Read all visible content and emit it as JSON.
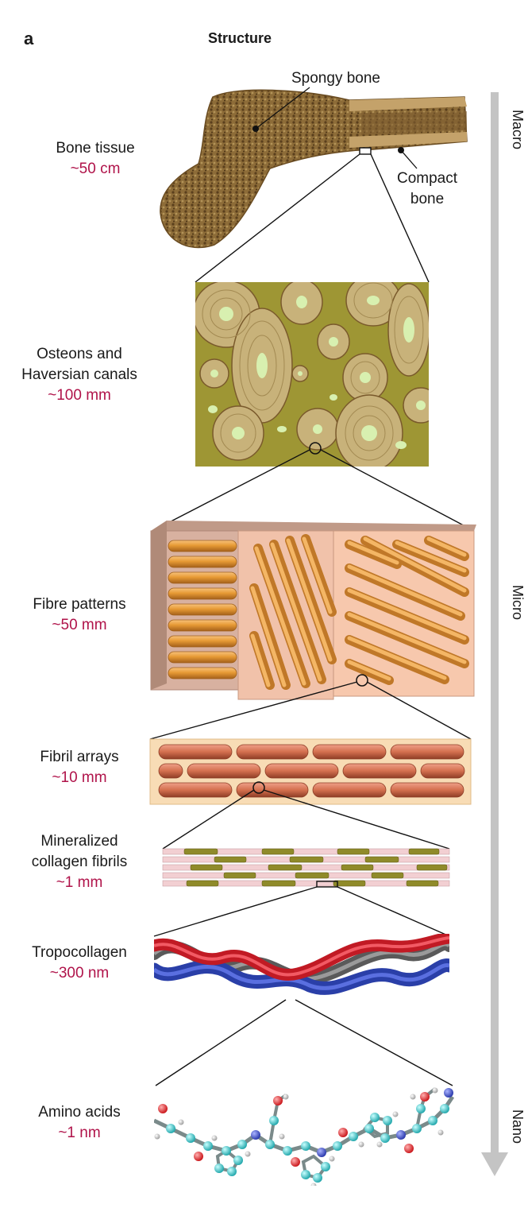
{
  "panel_letter": "a",
  "heading": "Structure",
  "levels": [
    {
      "name_lines": [
        "Bone tissue"
      ],
      "size": "~50 cm"
    },
    {
      "name_lines": [
        "Osteons and",
        "Haversian canals"
      ],
      "size": "~100 mm"
    },
    {
      "name_lines": [
        "Fibre patterns"
      ],
      "size": "~50 mm"
    },
    {
      "name_lines": [
        "Fibril arrays"
      ],
      "size": "~10 mm"
    },
    {
      "name_lines": [
        "Mineralized",
        "collagen fibrils"
      ],
      "size": "~1 mm"
    },
    {
      "name_lines": [
        "Tropocollagen"
      ],
      "size": "~300 nm"
    },
    {
      "name_lines": [
        "Amino acids"
      ],
      "size": "~1 nm"
    }
  ],
  "callouts": {
    "spongy": "Spongy bone",
    "compact_lines": [
      "Compact",
      "bone"
    ]
  },
  "scale": {
    "macro": "Macro",
    "micro": "Micro",
    "nano": "Nano"
  },
  "colors": {
    "size_text": "#b0134a",
    "bone": "#8a6a3a",
    "osteon_bg": "#9e9634",
    "canal": "#d8f0b0",
    "fibre_cyl": "#e79a35",
    "fibril": "#d8745a",
    "mineral": "#8f8a2a",
    "collagen": "#f2cfd2",
    "ribbon_red": "#d8232f",
    "ribbon_blue": "#2a3fa8",
    "ribbon_gray": "#6b6b6b",
    "arrow": "#c4c4c4"
  }
}
